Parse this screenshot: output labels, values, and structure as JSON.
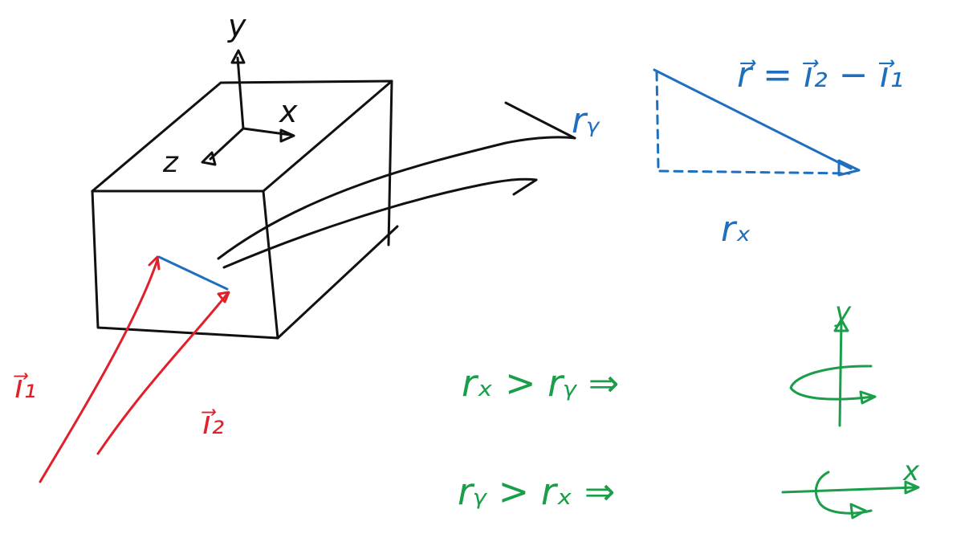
{
  "colors": {
    "black": "#111111",
    "blue": "#1f6fbf",
    "red": "#e0202a",
    "green": "#1a9e49"
  },
  "box_axes": {
    "y": "y",
    "x": "x",
    "z": "z"
  },
  "vectors": {
    "i1": "i⃗₁",
    "i2": "i⃗₂"
  },
  "triangle": {
    "equation": "r⃗ = i⃗₂ − i⃗₁",
    "ry": "rᵧ",
    "rx": "rₓ"
  },
  "conditions": [
    {
      "text": "rₓ > rᵧ ⇒",
      "axis_label": "y"
    },
    {
      "text": "rᵧ > rₓ ⇒",
      "axis_label": "x"
    }
  ]
}
